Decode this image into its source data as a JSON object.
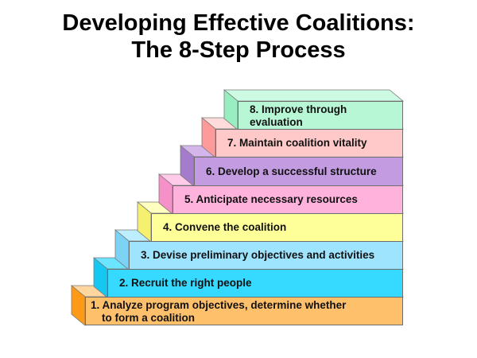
{
  "title": {
    "line1": "Developing Effective Coalitions:",
    "line2": "The 8-Step Process"
  },
  "steps": [
    {
      "label": "1. Analyze program objectives, determine whether to form a coalition",
      "line1": "1. Analyze program objectives, determine whether",
      "line2": "to form a coalition",
      "front": "#ffc06b",
      "side": "#ff9a17",
      "top": "#ffd69e"
    },
    {
      "label": "2. Recruit the right people",
      "front": "#36d9ff",
      "side": "#14c8f2",
      "top": "#6ae4ff"
    },
    {
      "label": "3. Devise preliminary objectives and activities",
      "front": "#9fe4ff",
      "side": "#7dd3f3",
      "top": "#bdeeff"
    },
    {
      "label": "4. Convene the coalition",
      "front": "#ffff99",
      "side": "#f5f070",
      "top": "#ffffc0"
    },
    {
      "label": "5. Anticipate necessary resources",
      "front": "#ffb3dc",
      "side": "#f590c8",
      "top": "#ffcbe8"
    },
    {
      "label": "6. Develop a successful structure",
      "front": "#c39be0",
      "side": "#a57ccb",
      "top": "#d5b6ec"
    },
    {
      "label": "7. Maintain coalition vitality",
      "front": "#ffc9c9",
      "side": "#ff9a9a",
      "top": "#ffdcdc"
    },
    {
      "label": "8. Improve through evaluation",
      "line1": "8. Improve through",
      "line2": "evaluation",
      "front": "#b7f7d5",
      "side": "#98eec0",
      "top": "#ccfae2"
    }
  ]
}
